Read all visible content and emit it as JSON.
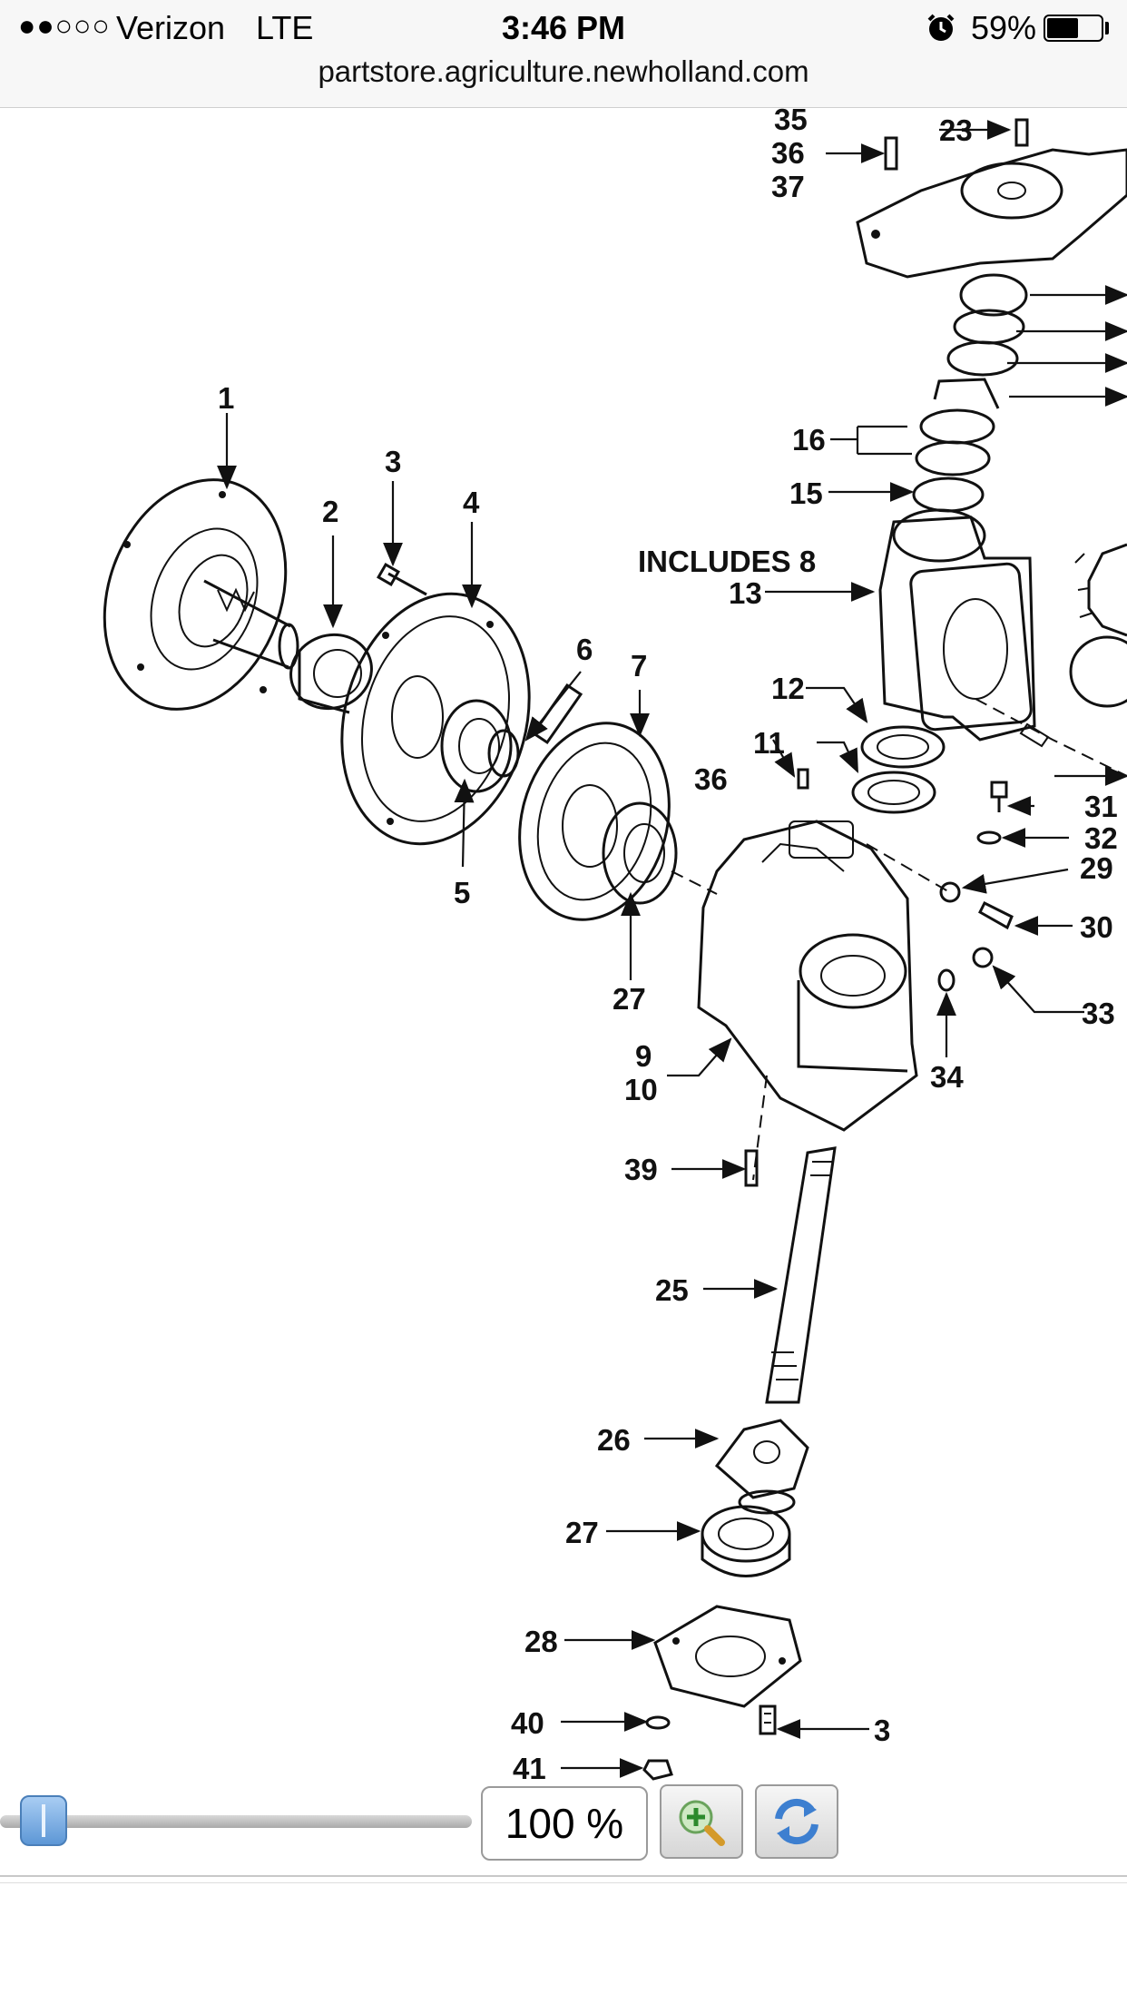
{
  "status_bar": {
    "signal": "●●○○○",
    "carrier": "Verizon",
    "network": "LTE",
    "time": "3:46 PM",
    "battery": "59%",
    "battery_level": 0.59,
    "alarm_icon": "alarm-clock-icon"
  },
  "address_bar": {
    "url": "partstore.agriculture.newholland.com"
  },
  "diagram": {
    "labels": {
      "l1": "1",
      "l2": "2",
      "l3a": "3",
      "l4": "4",
      "l5": "5",
      "l6": "6",
      "l7": "7",
      "l9": "9",
      "l10": "10",
      "l11": "11",
      "l12": "12",
      "l13": "13",
      "includes": "INCLUDES 8",
      "l15": "15",
      "l16": "16",
      "l23": "23",
      "l25": "25",
      "l26": "26",
      "l27a": "27",
      "l27b": "27",
      "l28": "28",
      "l29": "29",
      "l30": "30",
      "l31": "31",
      "l32": "32",
      "l33": "33",
      "l34": "34",
      "l35": "35",
      "l36a": "36",
      "l36b": "36",
      "l37": "37",
      "l39": "39",
      "l3b": "3",
      "l40": "40",
      "l41": "41"
    }
  },
  "toolbar": {
    "zoom_value": "100 %",
    "slider_level": 0.0,
    "zoom_in_icon": "magnifier-plus-icon",
    "refresh_icon": "refresh-arrows-icon"
  }
}
